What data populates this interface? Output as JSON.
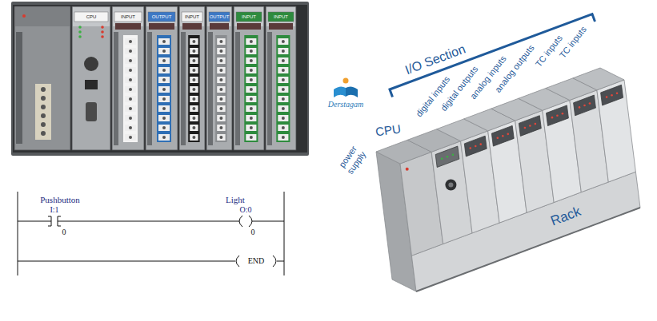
{
  "diagram": {
    "labels": [
      "CPU",
      "INPUT",
      "OUTPUT",
      "INPUT",
      "OUTPUT",
      "INPUT",
      "INPUT",
      "Pushbutton",
      "I:1",
      "0",
      "Light",
      "O:0",
      "0",
      "END",
      "Derstagam",
      "I/O Section",
      "digital inputs",
      "digital outputs",
      "analog inputs",
      "analog outputs",
      "TC inputs",
      "TC inputs",
      "CPU",
      "power supply",
      "Rack"
    ]
  }
}
